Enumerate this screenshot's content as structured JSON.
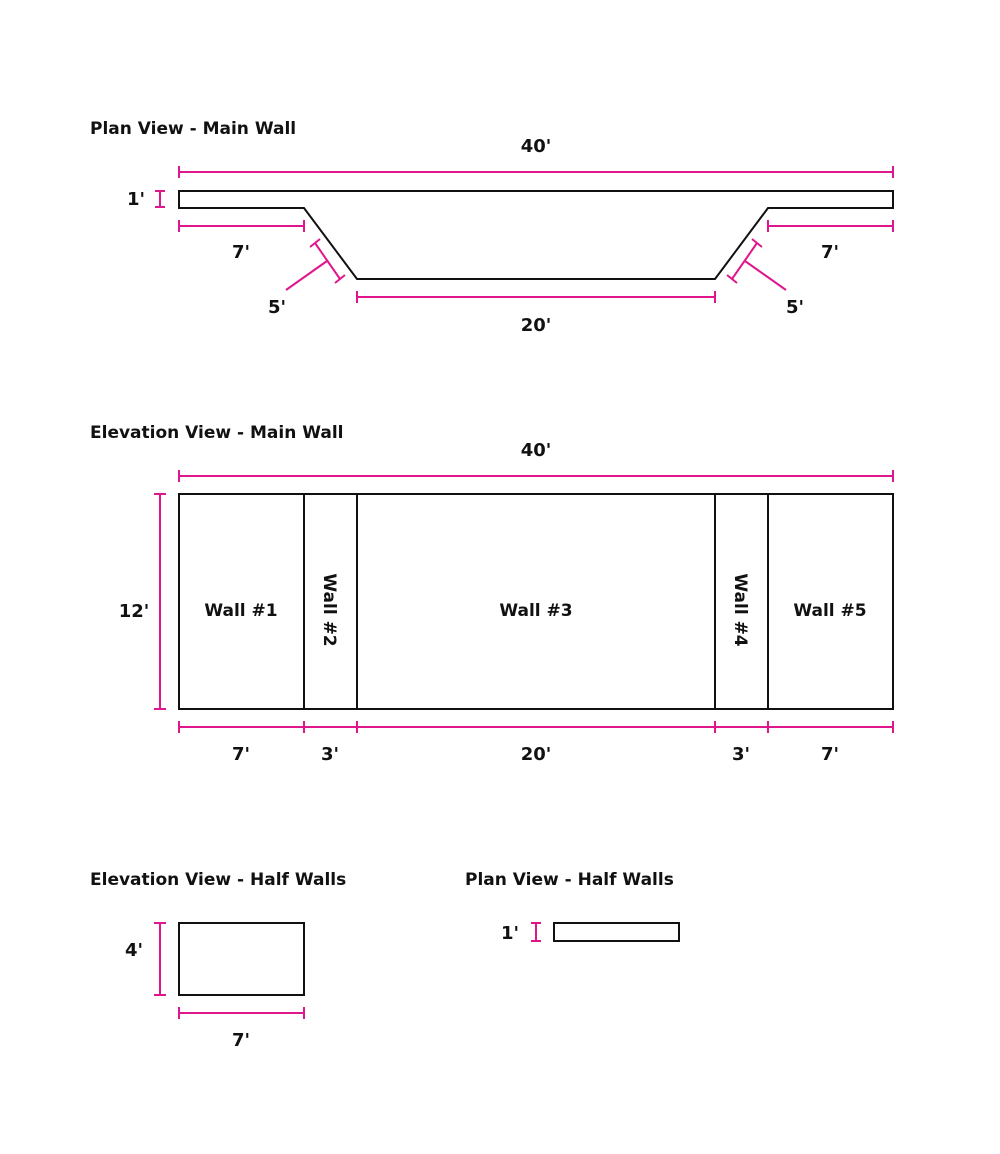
{
  "titles": {
    "plan_main": "Plan View - Main Wall",
    "elev_main": "Elevation View - Main Wall",
    "elev_half": "Elevation View - Half Walls",
    "plan_half": "Plan View - Half Walls"
  },
  "plan_main": {
    "total": "40'",
    "thickness": "1'",
    "left_length": "7'",
    "right_length": "7'",
    "left_angle": "5'",
    "right_angle": "5'",
    "center_length": "20'"
  },
  "elev_main": {
    "total": "40'",
    "height": "12'",
    "walls": [
      "Wall #1",
      "Wall #2",
      "Wall #3",
      "Wall #4",
      "Wall #5"
    ],
    "widths": [
      "7'",
      "3'",
      "20'",
      "3'",
      "7'"
    ]
  },
  "elev_half": {
    "height": "4'",
    "width": "7'"
  },
  "plan_half": {
    "thickness": "1'"
  },
  "colors": {
    "outline": "#111111",
    "dimension": "#e0168c"
  }
}
